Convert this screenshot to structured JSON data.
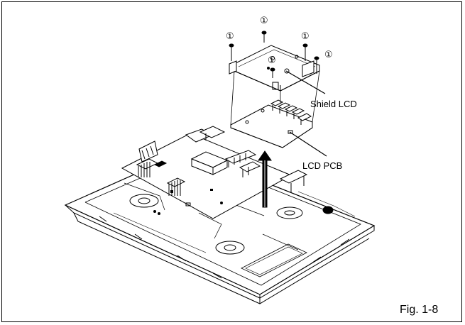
{
  "labels": {
    "shield": "Shield LCD",
    "pcb": "LCD PCB",
    "figure": "Fig. 1-8",
    "screw_callout": "①"
  },
  "colors": {
    "line": "#000000",
    "background": "#ffffff"
  }
}
